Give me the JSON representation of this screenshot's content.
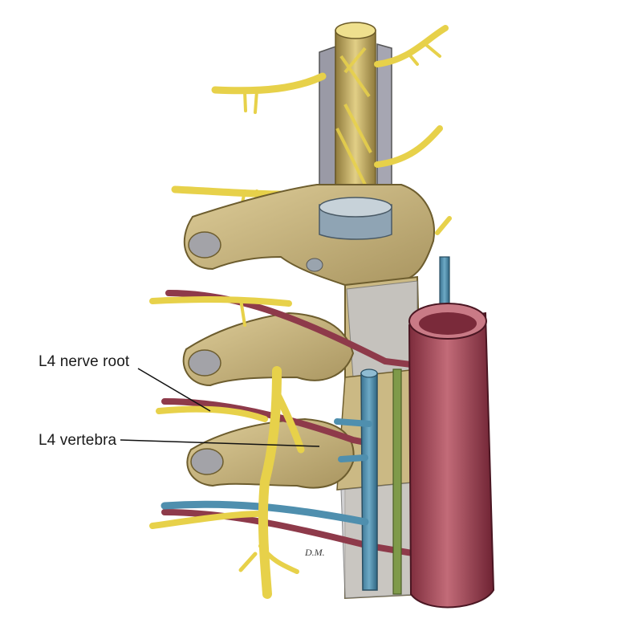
{
  "labels": {
    "nerve_root": "L4 nerve root",
    "vertebra": "L4 vertebra"
  },
  "signature": "D.M.",
  "colors": {
    "bone": "#cbb984",
    "bone_shadow": "#8f7c4c",
    "nerve": "#e7d14a",
    "nerve_outline": "#b59a20",
    "artery": "#a84a5a",
    "artery_dark": "#7a2a3a",
    "vein": "#4f8fae",
    "ligament": "#b8b8b8",
    "green_vessel": "#7f9a4a"
  }
}
